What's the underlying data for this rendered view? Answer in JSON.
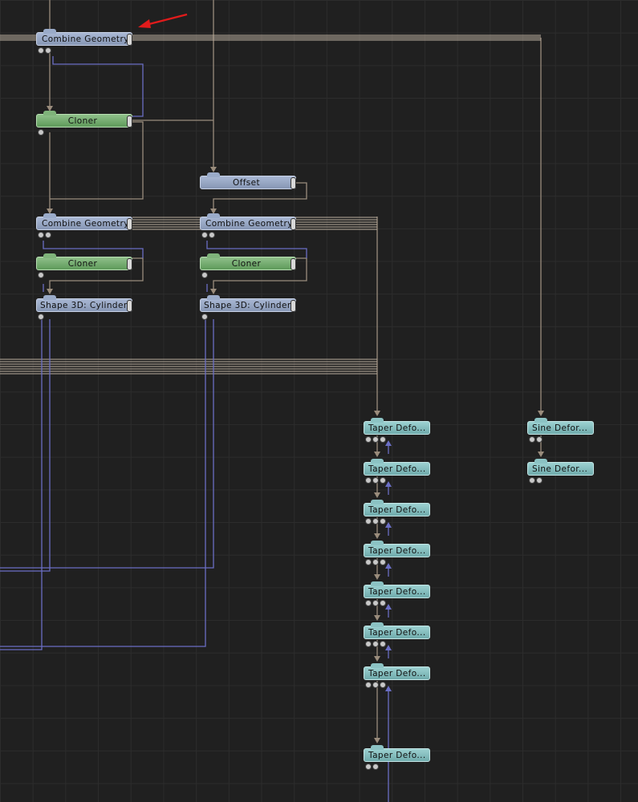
{
  "nodes": {
    "combine_geometry_top": "Combine  Geometry",
    "cloner_top": "Cloner",
    "offset": "Offset",
    "combine_geometry_left": "Combine  Geometry",
    "combine_geometry_right": "Combine  Geometry",
    "cloner_left": "Cloner",
    "cloner_right": "Cloner",
    "shape_cylinder_left": "Shape  3D:  Cylinder",
    "shape_cylinder_right": "Shape  3D:  Cylinder",
    "taper_deformers": [
      "Taper  Defo...",
      "Taper  Defo...",
      "Taper  Defo...",
      "Taper  Defo...",
      "Taper  Defo...",
      "Taper  Defo...",
      "Taper  Defo...",
      "Taper  Defo..."
    ],
    "sine_deformers": [
      "Sine  Defor...",
      "Sine  Defor..."
    ]
  },
  "colors": {
    "geometry_node": "#96a6c4",
    "cloner_node": "#6fac6a",
    "deformer_node": "#84bfc0",
    "wire_primary": "#9a8c7c",
    "wire_secondary": "#6a6ec4",
    "annotation_arrow": "#e11b1b"
  }
}
